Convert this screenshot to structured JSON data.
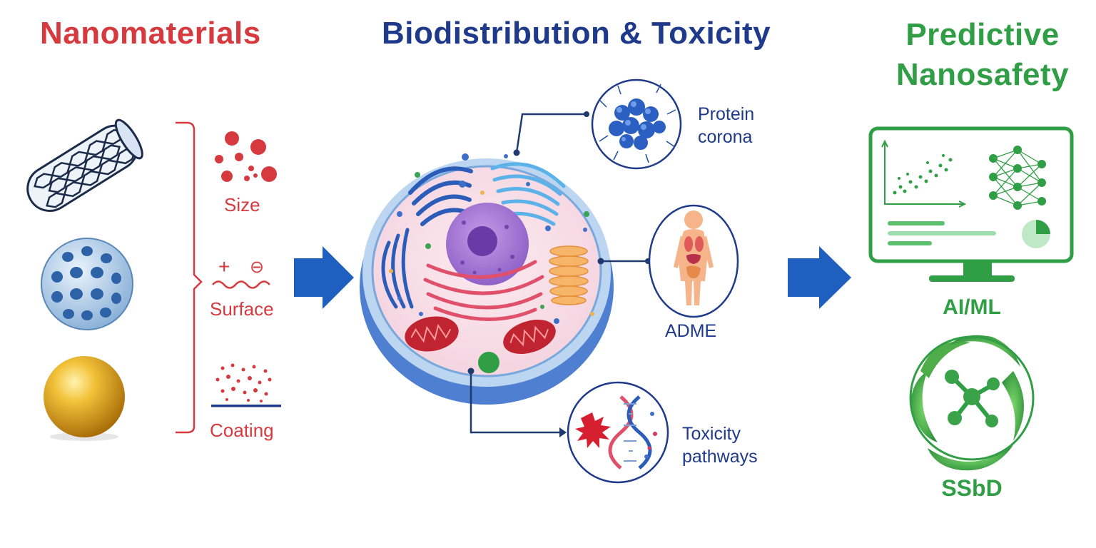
{
  "sections": {
    "nanomaterials": {
      "title": "Nanomaterials",
      "color": "#d63a3f"
    },
    "biodistribution": {
      "title": "Biodistribution & Toxicity",
      "color": "#1f3a8a"
    },
    "predictive": {
      "title_line1": "Predictive",
      "title_line2": "Nanosafety",
      "color": "#2f9e44"
    }
  },
  "properties": [
    {
      "label": "Size",
      "icon": "size-dots-icon"
    },
    {
      "label": "Surface",
      "icon": "surface-charge-icon",
      "charge_plus": "+",
      "charge_minus": "⊖"
    },
    {
      "label": "Coating",
      "icon": "coating-icon"
    }
  ],
  "materials": [
    {
      "icon": "carbon-nanotube-icon"
    },
    {
      "icon": "porous-nanosphere-icon"
    },
    {
      "icon": "gold-nanoparticle-icon"
    }
  ],
  "callouts": {
    "protein_corona": {
      "line1": "Protein",
      "line2": "corona",
      "icon": "protein-corona-icon"
    },
    "adme": {
      "label": "ADME",
      "icon": "human-body-icon"
    },
    "toxicity": {
      "line1": "Toxicity",
      "line2": "pathways",
      "icon": "dna-toxicity-icon"
    }
  },
  "outputs": {
    "aiml": {
      "label": "AI/ML",
      "icon": "ml-monitor-icon"
    },
    "ssbd": {
      "label": "SSbD",
      "icon": "ssbd-molecule-icon"
    }
  },
  "colors": {
    "arrow": "#1f5fc0",
    "connector": "#1e3a6e",
    "bracket": "#d63a3f"
  }
}
